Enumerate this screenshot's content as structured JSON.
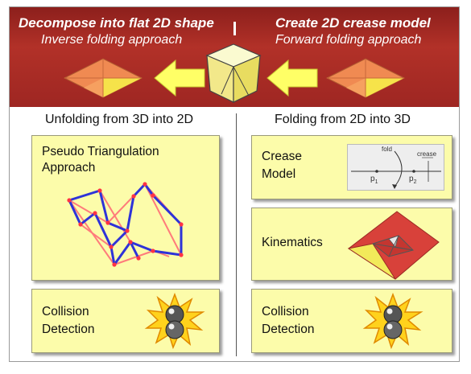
{
  "banner": {
    "left_title": "Decompose into flat 2D shape",
    "left_subtitle": "Inverse folding approach",
    "separator": "|",
    "right_title": "Create 2D crease model",
    "right_subtitle": "Forward folding approach"
  },
  "left_column": {
    "heading": "Unfolding from 3D into 2D",
    "boxes": [
      {
        "label_line1": "Pseudo Triangulation",
        "label_line2": "Approach"
      },
      {
        "label_line1": "Collision",
        "label_line2": "Detection"
      }
    ]
  },
  "right_column": {
    "heading": "Folding from 2D into 3D",
    "boxes": [
      {
        "label_line1": "Crease",
        "label_line2": "Model"
      },
      {
        "label_line1": "Kinematics",
        "label_line2": ""
      },
      {
        "label_line1": "Collision",
        "label_line2": "Detection"
      }
    ]
  },
  "crease_diagram": {
    "fold_label": "fold",
    "crease_label": "crease",
    "p1_label": "p",
    "p1_sub": "1",
    "p2_label": "p",
    "p2_sub": "2"
  },
  "colors": {
    "banner": "#a52a24",
    "box_fill": "#fcfcaa",
    "arrow_fill": "#ffff66",
    "triangulation_red": "#ff7b7b",
    "triangulation_blue": "#2e33d8"
  },
  "icons": [
    "folded-paper-flat-icon",
    "arrow-left-icon",
    "folded-cube-icon",
    "collision-spheres-icon"
  ]
}
